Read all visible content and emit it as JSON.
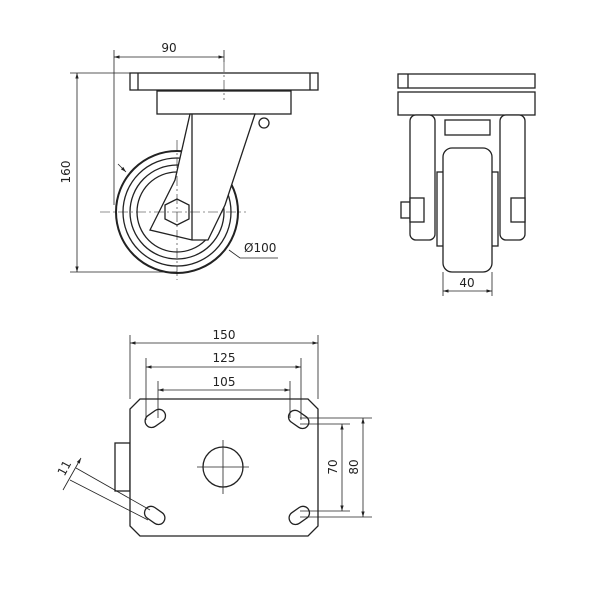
{
  "side_view": {
    "width_dim": "90",
    "height_dim": "160",
    "wheel_diameter": "Ø100"
  },
  "front_view": {
    "wheel_width": "40"
  },
  "plate_view": {
    "plate_width": "150",
    "outer_hole_spacing": "125",
    "inner_hole_spacing": "105",
    "slot_width": "11",
    "inner_hole_spacing_v": "70",
    "outer_hole_spacing_v": "80"
  }
}
